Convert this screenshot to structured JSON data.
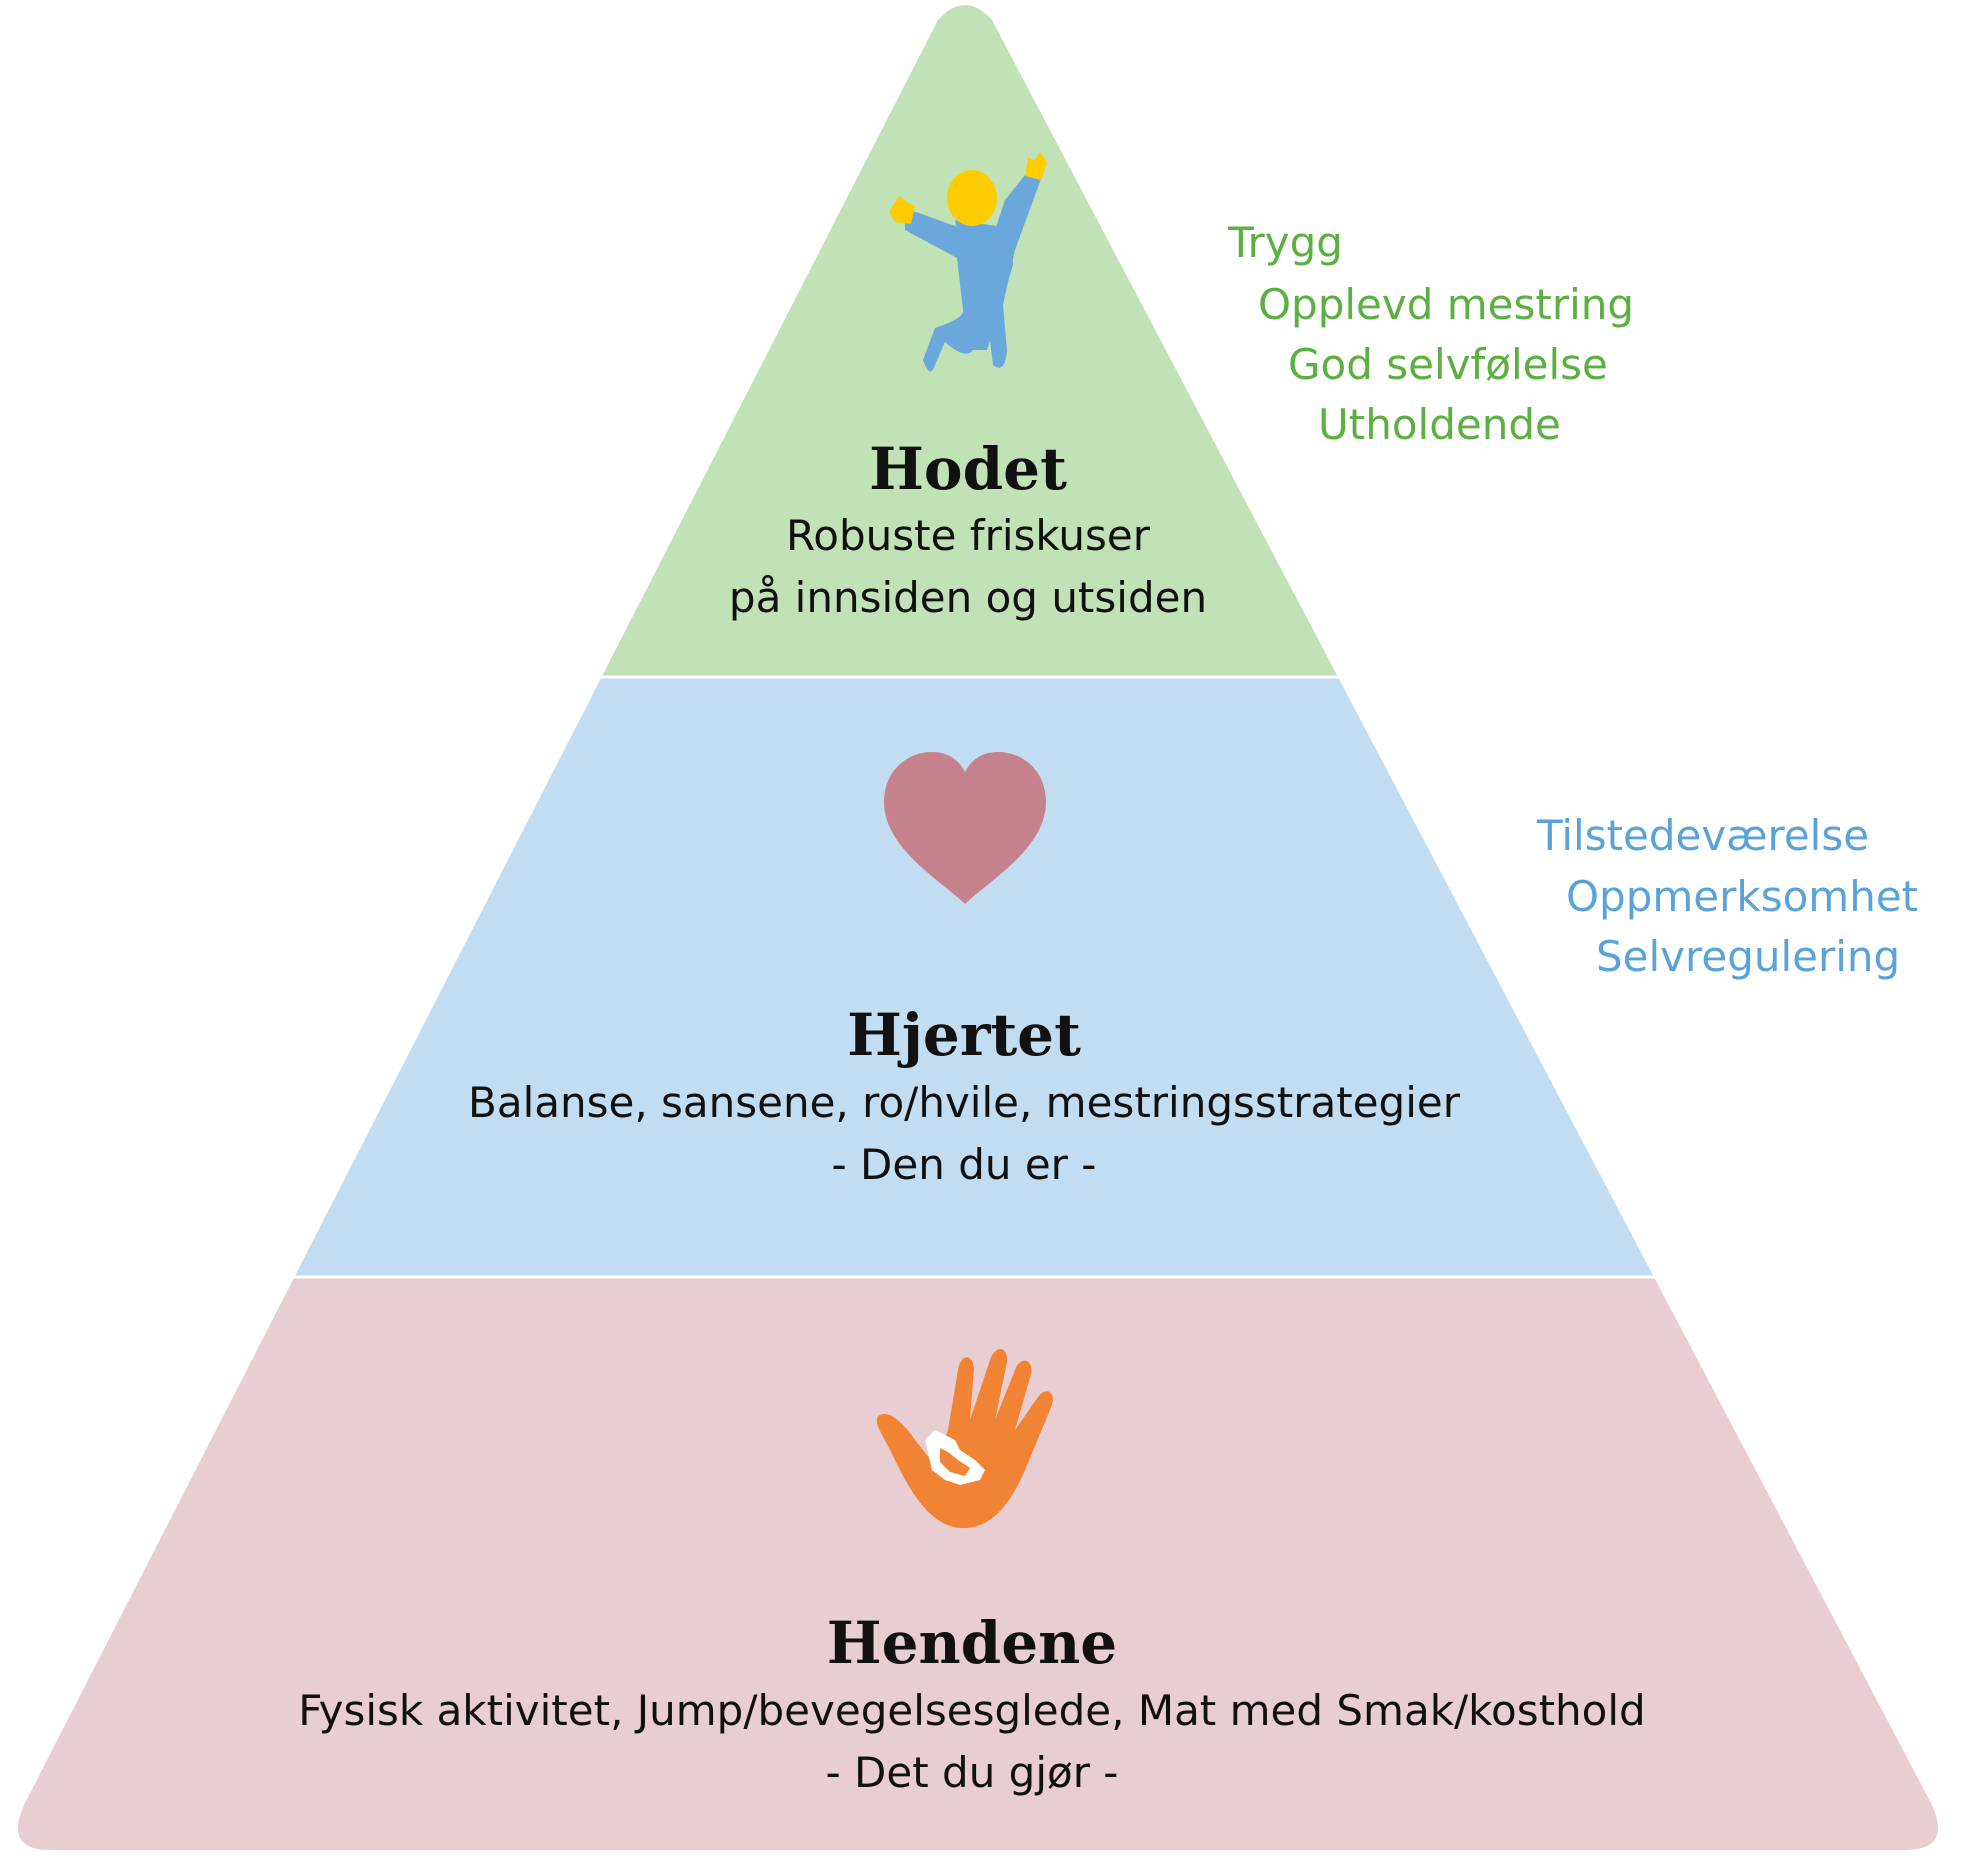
{
  "layers": {
    "top": {
      "title": "Hodet",
      "line1": "Robuste friskuser",
      "line2": "på innsiden og utsiden",
      "icon": "jumping-person-icon",
      "fill": "#c1e1b6"
    },
    "middle": {
      "title": "Hjertet",
      "line1": "Balanse, sansene, ro/hvile, mestringsstrategier",
      "line2": "- Den du er -",
      "icon": "heart-icon",
      "fill": "#c2ddf1"
    },
    "bottom": {
      "title": "Hendene",
      "line1": "Fysisk aktivitet, Jump/bevegelsesglede, Mat med Smak/kosthold",
      "line2": "- Det du gjør -",
      "icon": "hands-icon",
      "fill": "#e8ced3"
    }
  },
  "side_lists": {
    "green": {
      "color": "#5bb041",
      "items": [
        "Trygg",
        "Opplevd mestring",
        "God selvfølelse",
        "Utholdende"
      ]
    },
    "blue": {
      "color": "#5aa3d9",
      "items": [
        "Tilstedeværelse",
        "Oppmerksomhet",
        "Selvregulering"
      ]
    }
  },
  "icon_colors": {
    "person_body": "#6aa8db",
    "person_accent": "#ffcc00",
    "heart": "#c6828c",
    "hand": "#f18335"
  }
}
